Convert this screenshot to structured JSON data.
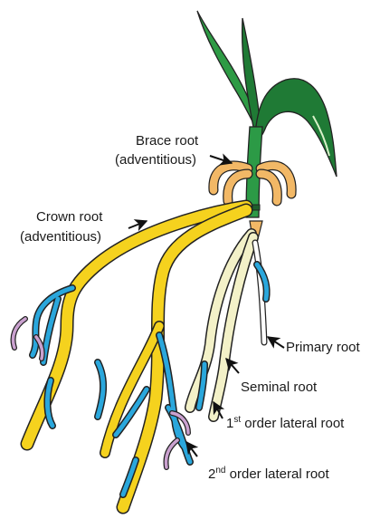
{
  "labels": {
    "brace": {
      "line1": "Brace root",
      "line2": "(adventitious)"
    },
    "crown": {
      "line1": "Crown root",
      "line2": "(adventitious)"
    },
    "primary": "Primary root",
    "seminal": "Seminal root",
    "first_order": {
      "prefix": "1",
      "sup": "st",
      "rest": " order lateral root"
    },
    "second_order": {
      "prefix": "2",
      "sup": "nd",
      "rest": " order lateral root"
    }
  },
  "colors": {
    "leaf_dark": "#1f7a35",
    "leaf_mid": "#2e9b45",
    "stem": "#2c9a46",
    "brace_root": "#f2b866",
    "crown_root": "#f5d21e",
    "seminal_root": "#f3f1c8",
    "primary_root": "#ffffff",
    "lateral_1st": "#2aa7dc",
    "lateral_2nd": "#caa1cf",
    "outline": "#222222"
  }
}
